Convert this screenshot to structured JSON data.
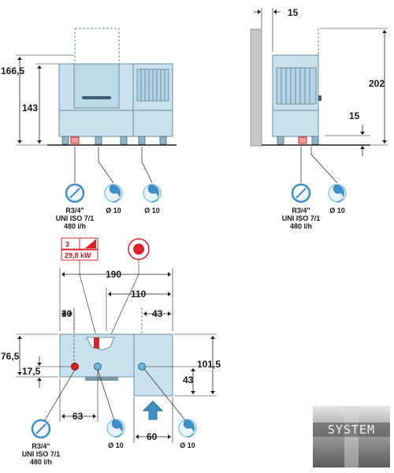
{
  "colors": {
    "machine_fill": "#c9e2ee",
    "machine_stroke": "#6b8e9e",
    "dim_line": "#222222",
    "electric_red": "#d7242b",
    "water_blue": "#3f8fc6",
    "drain_blue": "#8fc4e4"
  },
  "front_view": {
    "dim_total_height": "166,5",
    "dim_body_height": "143",
    "inlet": {
      "line1": "R3/4\"",
      "line2": "UNI ISO 7/1",
      "line3": "480 l/h"
    },
    "drain_1": "Ø 10",
    "drain_2": "Ø 10"
  },
  "side_view": {
    "dim_wall_gap": "15",
    "dim_height": "202",
    "dim_floor": "15",
    "inlet": {
      "line1": "R3/4\"",
      "line2": "UNI ISO 7/1",
      "line3": "480 l/h"
    },
    "drain": "Ø 10"
  },
  "plan_view": {
    "electric": {
      "phase": "3",
      "power": "29,8 kW"
    },
    "dim_width": "190",
    "dim_offset": "110",
    "dim_left": "30",
    "dim_right": "43",
    "dim_depth_left": "76,5",
    "dim_inlet_y": "17,5",
    "dim_depth_right": "101,5",
    "dim_drain_y": "43",
    "dim_inlet_x": "63",
    "dim_conveyor": "60",
    "inlet": {
      "line1": "R3/4\"",
      "line2": "UNI ISO 7/1",
      "line3": "480 l/h"
    },
    "drain_1": "Ø 10",
    "drain_2": "Ø 10"
  },
  "logo": {
    "text": "SYSTEM"
  },
  "icons": [
    "water-inlet-icon",
    "drain-icon",
    "electric-supply-icon",
    "conveyor-direction-arrow-icon"
  ]
}
